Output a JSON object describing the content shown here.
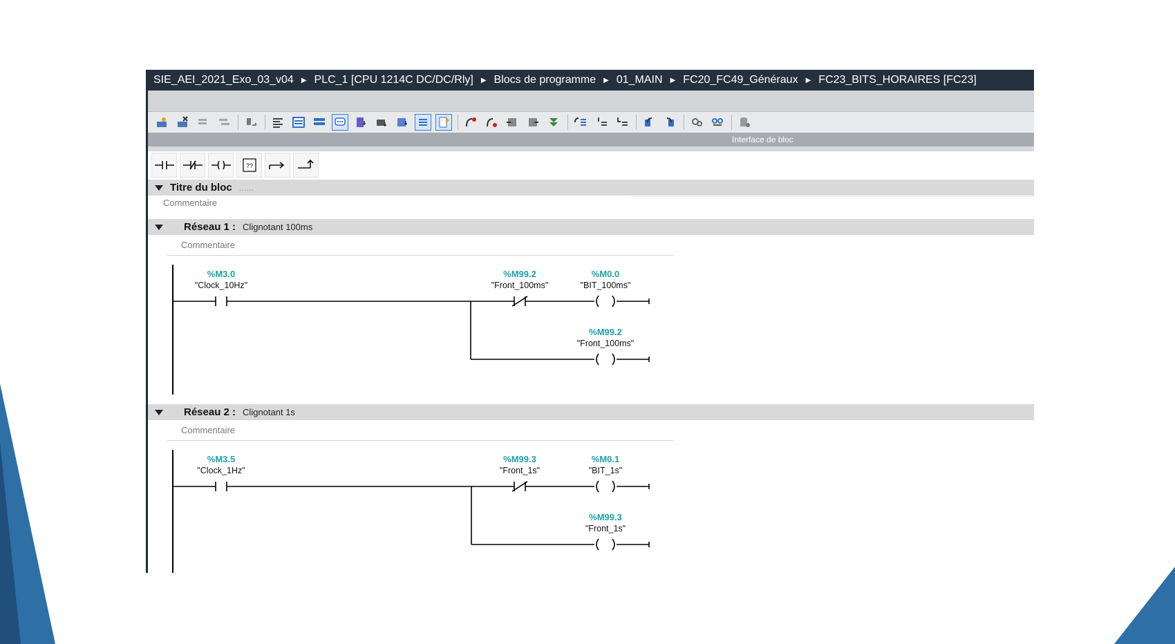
{
  "breadcrumb": [
    "SIE_AEI_2021_Exo_03_v04",
    "PLC_1 [CPU 1214C DC/DC/Rly]",
    "Blocs de programme",
    "01_MAIN",
    "FC20_FC49_Généraux",
    "FC23_BITS_HORAIRES [FC23]"
  ],
  "breadcrumb_sep": "▶",
  "toolbar": {
    "icons": [
      "insert-network-icon",
      "delete-network-icon",
      "insert-row-icon",
      "append-row-icon",
      "goto-icon",
      "abs-operand-icon",
      "symbolic-operand-icon",
      "symbol-info-icon",
      "comments-icon",
      "favorites-icon",
      "compare-icon",
      "download-icon",
      "list-icon",
      "bookmark-icon",
      "breakpoint-icon",
      "clear-breakpoint-icon",
      "call-icon",
      "callee-icon",
      "monitor-icon",
      "indent-icon",
      "outdent-icon",
      "line-icon",
      "prev-network-icon",
      "next-network-icon",
      "online-icon",
      "monitor-off-icon",
      "db-icon"
    ]
  },
  "interface_label": "Interface de bloc",
  "ladder_tools": {
    "items": [
      "no-contact",
      "nc-contact",
      "coil",
      "empty-box",
      "branch-open",
      "branch-close"
    ],
    "box_text": "??"
  },
  "block": {
    "title_label": "Titre du bloc",
    "title_value": "......",
    "comment": "Commentaire"
  },
  "networks": [
    {
      "label": "Réseau 1 :",
      "title": "Clignotant 100ms",
      "comment": "Commentaire",
      "contact1": {
        "addr": "%M3.0",
        "sym": "\"Clock_10Hz\""
      },
      "contact2": {
        "addr": "%M99.2",
        "sym": "\"Front_100ms\""
      },
      "coil1": {
        "addr": "%M0.0",
        "sym": "\"BIT_100ms\""
      },
      "coil2": {
        "addr": "%M99.2",
        "sym": "\"Front_100ms\""
      }
    },
    {
      "label": "Réseau 2 :",
      "title": "Clignotant 1s",
      "comment": "Commentaire",
      "contact1": {
        "addr": "%M3.5",
        "sym": "\"Clock_1Hz\""
      },
      "contact2": {
        "addr": "%M99.3",
        "sym": "\"Front_1s\""
      },
      "coil1": {
        "addr": "%M0.1",
        "sym": "\"BIT_1s\""
      },
      "coil2": {
        "addr": "%M99.3",
        "sym": "\"Front_1s\""
      }
    }
  ],
  "colors": {
    "titlebar": "#24303d",
    "address": "#1ea0a8",
    "slide_accent": "#2e6fa5"
  }
}
